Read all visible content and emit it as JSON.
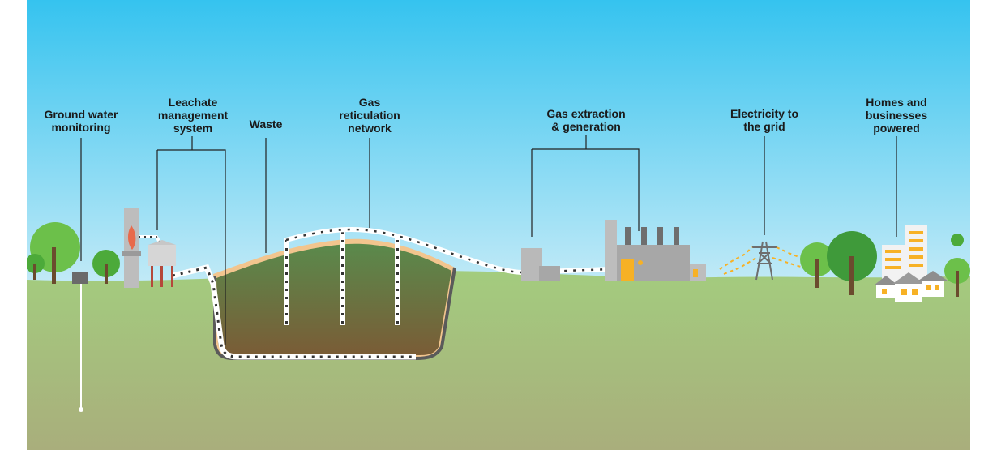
{
  "labels": {
    "ground_water": "Ground water\nmonitoring",
    "leachate": "Leachate\nmanagement\nsystem",
    "waste": "Waste",
    "gas_network": "Gas\nreticulation\nnetwork",
    "gas_extraction": "Gas extraction\n& generation",
    "electricity": "Electricity to\nthe grid",
    "homes": "Homes and\nbusinesses\npowered"
  },
  "colors": {
    "sky_top": "#35c3ef",
    "sky_bottom": "#c6ebf7",
    "ground_top": "#a3cc7e",
    "ground_bottom": "#a9ae7c",
    "waste_top": "#5a8a4c",
    "waste_bottom": "#7a5c36",
    "liner": "#f2c58e",
    "pipe": "#5a5a5a",
    "building": "#a7a7a7",
    "accent": "#f7b125",
    "tree": "#6cc04a",
    "flame": "#e86a4b",
    "line": "#222222"
  }
}
